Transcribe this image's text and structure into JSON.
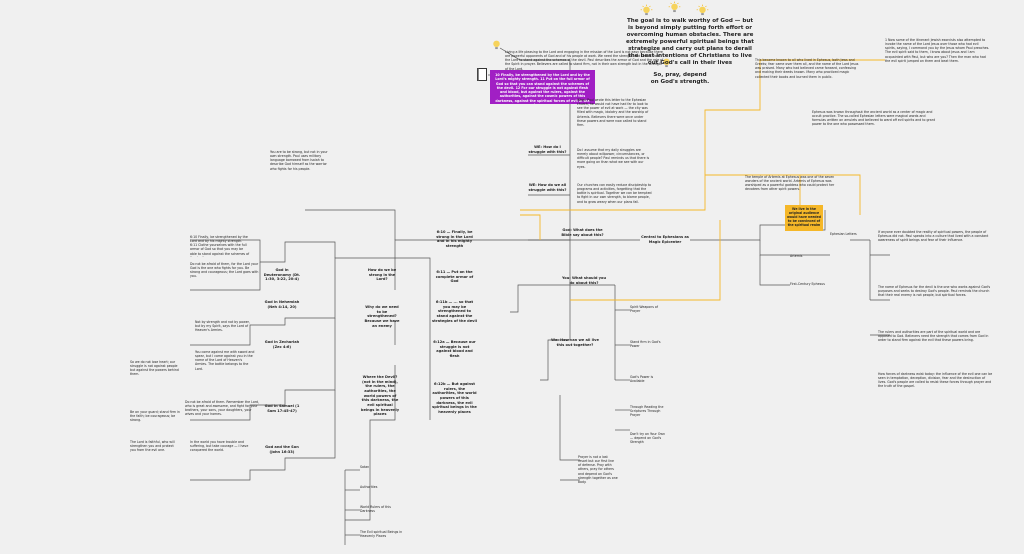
{
  "colors": {
    "background": "#f0f0f0",
    "line": "#555555",
    "highlight_line": "#f5b728",
    "purple_box": "#a11fc4",
    "yellow_box": "#f5b728"
  },
  "icons": {
    "book": "book-icon",
    "bulb": "light-bulb-icon"
  },
  "title": {
    "main": "The goal is to walk worthy of God — but is beyond simply putting forth effort or overcoming human obstacles. There are extremely powerful spiritual beings that strategize and carry out plans to derail the best intentions of Christians to live out God's call in their lives",
    "conclusion": "So, pray, depend on God's strength."
  },
  "focus_verse": "10 Finally, be strengthened by the Lord and by the Lord's mighty strength. 11 Put on the full armor of God so that you can stand against the schemes of the devil. 12 For our struggle is not against flesh and blood, but against the rulers, against the authorities, against the cosmic powers of this darkness, against the spiritual forces of evil in the heavens.",
  "intro_text": "Living a life pleasing to the Lord and engaging in the mission of the Lord is not easy because there are powerful opponents of God and of his people at work. We need the strength that comes from the Lord to stand against the schemes of the devil. Paul describes the armor of God and the role of the Spirit in prayer. Believers are called to stand firm, not in their own strength but in the strength of the Lord.",
  "center": {
    "q1": "WE: How do I struggle with this?",
    "q2": "WE: How do we all struggle with this?",
    "q3": "God: What does the Bible say about this?",
    "q4": "You: What should you do about this?",
    "q5": "We: How can we all live this out together?"
  },
  "center_text": {
    "t1": "When Paul wrote this letter to the Ephesian church, he would not have had far to look to see the power of evil at work — the city was filled with magic, idolatry and the worship of Artemis. Believers there were once under these powers and were now called to stand firm.",
    "t2": "Do I assume that my daily struggles are merely about willpower, circumstances, or difficult people? Paul reminds us that there is more going on than what we see with our eyes.",
    "t3": "Our churches can easily reduce discipleship to programs and activities, forgetting that the battle is spiritual. Together we can be tempted to fight in our own strength, to blame people, and to grow weary when our plans fail."
  },
  "left_branch": {
    "strong": "6:10 — Finally, be strong in the Lord and in his mighty strength",
    "how": "How do we be strong in the Lord?",
    "why": "Why do we need to be strengthened? Because we have an enemy",
    "where": "Where the Devil? (not in the mind), the rulers, the authorities, the world powers of this darkness, the evil spiritual beings in heavenly places",
    "armor": "6:11 — Put on the complete armor of God",
    "vs": "6:11b — ... so that you may be strengthened to stand against the strategies of the devil",
    "flesh": "6:12a — Because our struggle is not against blood and flesh",
    "against": "6:12b — But against rulers, the authorities, the world powers of this darkness, the evil spiritual beings in the heavenly places"
  },
  "left_refs": {
    "deut": "God in Deuteronomy (Dt. 1:30, 3:22, 20:4)",
    "zech": "God in Zechariah (Zec 4:6)",
    "sam": "God in Samuel (1 Sam 17:45-47)",
    "jesus": "God and the Son (John 16:33)",
    "nehem": "God in Nehemiah (Neh 4:14, 20)"
  },
  "left_text": {
    "l1": "6:10 Finally, be strengthened by the Lord and by his mighty strength. 6:11 Clothe yourselves with the full armor of God so that you may be able to stand against the schemes of the devil.",
    "l2": "You are to be strong, but not in your own strength. Paul uses military language borrowed from Isaiah to describe God himself as the warrior who fights for his people.",
    "l3": "Do not be afraid of them, for the Lord your God is the one who fights for you. Be strong and courageous; the Lord goes with you.",
    "l4": "Not by strength and not by power, but by my Spirit, says the Lord of Heaven's Armies.",
    "l5": "You come against me with sword and spear, but I come against you in the name of the Lord of Heaven's Armies. The battle belongs to the Lord.",
    "l6": "Do not be afraid of them. Remember the Lord, who is great and awesome, and fight for your brothers, your sons, your daughters, your wives and your homes.",
    "l7": "In the world you have trouble and suffering, but take courage — I have conquered the world.",
    "l8": "So we do not lose heart; our struggle is not against people but against the powers behind them.",
    "l9": "Be on your guard; stand firm in the faith; be courageous; be strong.",
    "l10": "The Lord is faithful, who will strengthen you and protect you from the evil one."
  },
  "left_list": [
    "Satan",
    "Authorities",
    "World Rulers of this Darkness",
    "The Evil spiritual Beings in Heavenly Places"
  ],
  "right": {
    "ephesians": "Central to Ephesians as Magic Epicenter",
    "spirit_weapon": "Spirit Weapons of Prayer",
    "stand_firm": "Stand firm in God's Power",
    "gods_power": "God's Power is Available",
    "prayer": "Through Reading the Scriptures Through Prayer",
    "together": "Don't try on Your Own — depend on God's Strength",
    "callout": "We live in the original audience would have needed to be convinced of the spiritual realm",
    "ephesian_letters": "Ephesian Letters",
    "artemis": "Artemis",
    "ephesian_mag": "First-Century Ephesus"
  },
  "right_text": {
    "r1": "1 Now some of the itinerant Jewish exorcists also attempted to invoke the name of the Lord Jesus over those who had evil spirits, saying, I command you by the Jesus whom Paul preaches. The evil spirit said to them, I know about Jesus and I am acquainted with Paul, but who are you? Then the man who had the evil spirit jumped on them and beat them.",
    "r2": "This became known to all who lived in Ephesus, both Jews and Greeks; fear came over them all, and the name of the Lord Jesus was praised. Many who had believed came forward, confessing and making their deeds known. Many who practiced magic collected their books and burned them in public.",
    "r3": "Ephesus was known throughout the ancient world as a center of magic and occult practice. The so-called Ephesian letters were magical words and formulas written on amulets and believed to ward off evil spirits and to grant power to the one who possessed them.",
    "r4": "The temple of Artemis at Ephesus was one of the seven wonders of the ancient world. Artemis of Ephesus was worshiped as a powerful goddess who could protect her devotees from other spirit powers.",
    "r5": "If anyone ever doubted the reality of spiritual powers, the people of Ephesus did not. Paul speaks into a culture that lived with a constant awareness of spirit beings and fear of their influence.",
    "r6": "The name of Ephesus for the devil is the one who works against God's purposes and seeks to destroy God's people. Paul reminds the church that their real enemy is not people, but spiritual forces.",
    "r7": "The rulers and authorities are part of the spiritual world and are opposed to God. Believers need the strength that comes from God in order to stand firm against the evil that these powers bring.",
    "r8": "How forces of darkness exist today: the influence of the evil one can be seen in temptation, deception, division, fear and the destruction of lives. God's people are called to resist these forces through prayer and the truth of the gospel."
  },
  "center_bottom": {
    "b1": "Prayer is not a last resort but our first line of defense. Pray with others, pray for others and depend on God's strength together as one body."
  }
}
